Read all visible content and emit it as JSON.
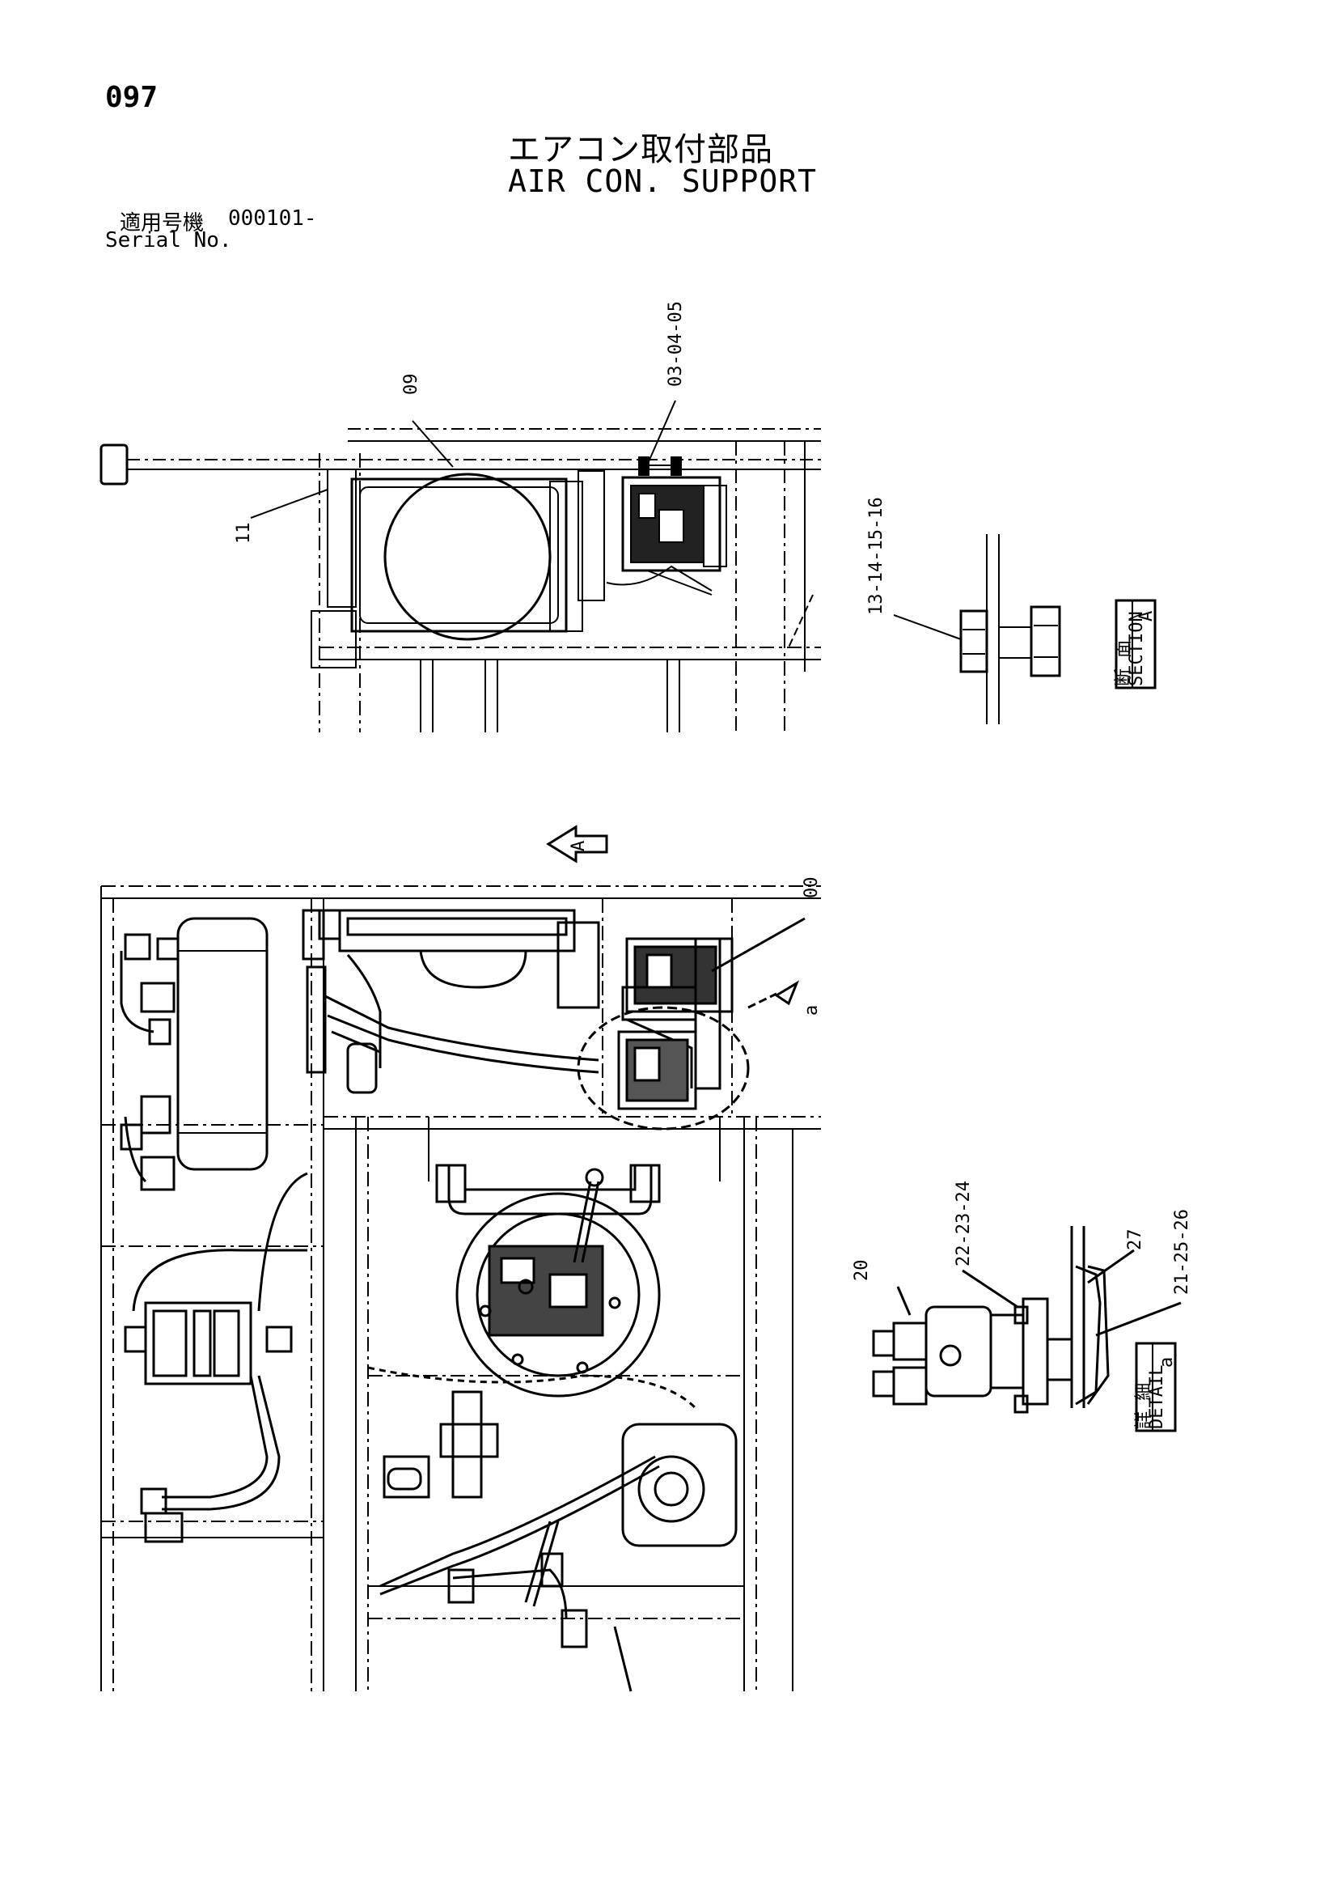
{
  "page_number": "097",
  "title_jp": "エアコン取付部品",
  "title_en": "AIR CON. SUPPORT",
  "serial": {
    "label_jp": "適用号機",
    "value": "000101-",
    "label_en": "Serial No."
  },
  "callouts": {
    "c1": "09",
    "c2": "03-04-05",
    "c3": "11",
    "c4": "13-14-15-16",
    "c5": "00",
    "c6": "a",
    "c7": "20",
    "c8": "22-23-24",
    "c9": "27",
    "c10": "21-25-26"
  },
  "section_box": {
    "jp": "断 面",
    "en": "SECTION",
    "letter": "A"
  },
  "detail_box": {
    "jp": "詳 細",
    "en": "DETAIL",
    "letter": "a"
  },
  "view_arrow_letter": "A"
}
